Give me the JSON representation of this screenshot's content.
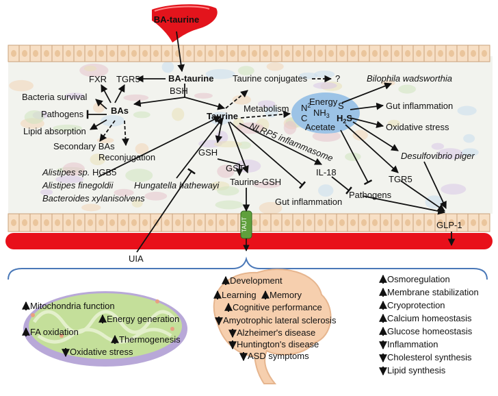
{
  "liver": {
    "label": "BA-taurine"
  },
  "gut": {
    "ba_taurine": "BA-taurine",
    "bsh": "BSH",
    "tgr5_top": "TGR5",
    "fxr": "FXR",
    "bas": "BAs",
    "bacteria_survival": "Bacteria survival",
    "pathogens_left": "Pathogens",
    "lipid_absorption": "Lipid absorption",
    "secondary_bas": "Secondary BAs",
    "reconjugation": "Reconjugation",
    "taurine": "Taurine",
    "taurine_conjugates": "Taurine conjugates",
    "question": "?",
    "metabolism": "Metabolism",
    "nlrp5": "NLRP5 inflammasome",
    "gsh": "GSH",
    "gst": "GST",
    "taurine_gsh": "Taurine-GSH",
    "gut_inflammation_low": "Gut inflammation",
    "il18": "IL-18",
    "pathogens_right": "Pathogens",
    "tgr5_right": "TGR5",
    "glp1": "GLP-1",
    "bilophila": "Bilophila wadsworthia",
    "gut_inflammation_right": "Gut inflammation",
    "oxidative_stress": "Oxidative stress",
    "desulfovibrio": "Desulfovibrio piger",
    "alistipes_hgb5_genus": "Alistipes sp.",
    "alistipes_hgb5_strain": "HGB5",
    "alistipes_finegoldii": "Alistipes finegoldii",
    "bacteroides": "Bacteroides xylanisolvens",
    "hungatella": "Hungatella hathewayi",
    "uia": "UIA",
    "taut": "TAUT"
  },
  "metabolites": {
    "energy": "Energy",
    "n": "N",
    "n_sub": "2",
    "nh": "NH",
    "nh_sub": "3",
    "s": "S",
    "c": "C",
    "h": "H",
    "h_sub": "2",
    "h_s": "S",
    "acetate": "Acetate"
  },
  "mitochondria": [
    {
      "arrow": "up",
      "text": "Mitochondria function"
    },
    {
      "arrow": "up",
      "text": "FA oxidation"
    },
    {
      "arrow": "up",
      "text": "Energy generation"
    },
    {
      "arrow": "up",
      "text": "Thermogenesis"
    },
    {
      "arrow": "down",
      "text": "Oxidative stress"
    }
  ],
  "brain": [
    {
      "arrow": "up",
      "text": "Development"
    },
    {
      "arrow": "up",
      "text": "Learning"
    },
    {
      "arrow": "up",
      "text": "Memory"
    },
    {
      "arrow": "up",
      "text": "Cognitive performance"
    },
    {
      "arrow": "down",
      "text": "Amyotrophic lateral sclerosis"
    },
    {
      "arrow": "down",
      "text": "Alzheimer's disease"
    },
    {
      "arrow": "down",
      "text": "Huntington's disease"
    },
    {
      "arrow": "down",
      "text": "ASD symptoms"
    }
  ],
  "systemic": [
    {
      "arrow": "up",
      "text": "Osmoregulation"
    },
    {
      "arrow": "up",
      "text": "Membrane stabilization"
    },
    {
      "arrow": "up",
      "text": "Cryoprotection"
    },
    {
      "arrow": "up",
      "text": "Calcium homeostasis"
    },
    {
      "arrow": "up",
      "text": "Glucose homeostasis"
    },
    {
      "arrow": "down",
      "text": "Inflammation"
    },
    {
      "arrow": "down",
      "text": "Cholesterol synthesis"
    },
    {
      "arrow": "down",
      "text": "Lipid synthesis"
    }
  ],
  "colors": {
    "blood": "#e8101a",
    "cell_fill": "#f7dfc5",
    "cell_stroke": "#c9a27a",
    "bubble": "#9cc3e6",
    "taut": "#5fa03c",
    "mito_outer": "#b8a8d8",
    "mito_inner": "#c4df9a",
    "brain": "#f6cfae",
    "bracket": "#4a78b8"
  }
}
